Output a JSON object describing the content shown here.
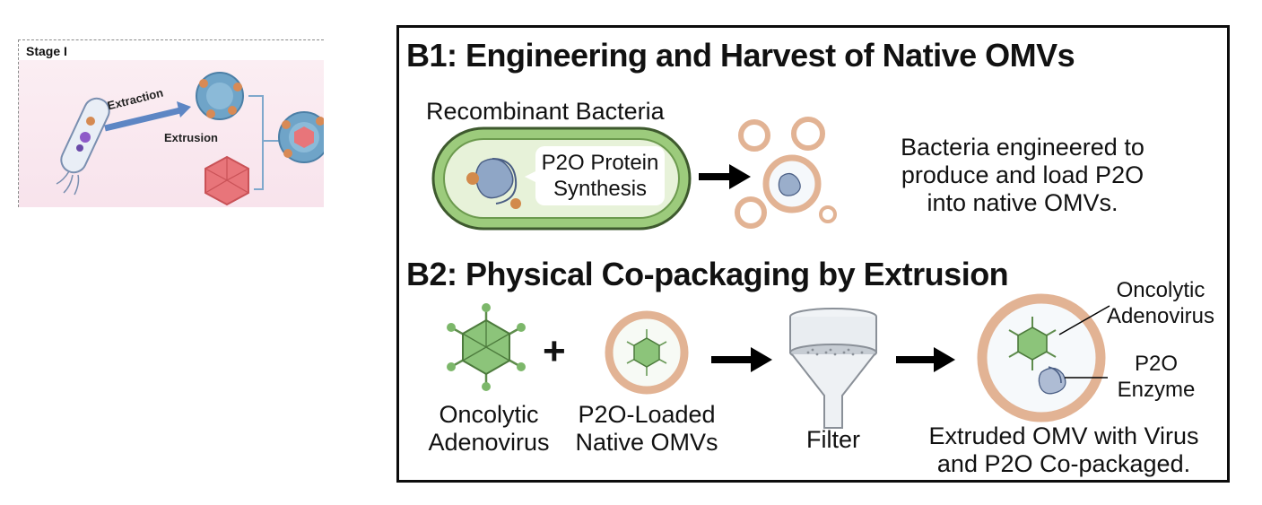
{
  "stage1": {
    "title": "Stage I",
    "extraction_label": "Extraction",
    "extrusion_label": "Extrusion"
  },
  "b1": {
    "heading": "B1: Engineering and Harvest of Native OMVs",
    "bacteria_label": "Recombinant Bacteria",
    "synthesis_line1": "P2O Protein",
    "synthesis_line2": "Synthesis",
    "description_line1": "Bacteria engineered to",
    "description_line2": "produce and load P2O",
    "description_line3": "into native OMVs."
  },
  "b2": {
    "heading": "B2: Physical Co-packaging by Extrusion",
    "plus": "+",
    "virus_line1": "Oncolytic",
    "virus_line2": "Adenovirus",
    "omv_line1": "P2O-Loaded",
    "omv_line2": "Native OMVs",
    "filter_label": "Filter",
    "callout_virus_line1": "Oncolytic",
    "callout_virus_line2": "Adenovirus",
    "callout_enzyme_line1": "P2O",
    "callout_enzyme_line2": "Enzyme",
    "result_line1": "Extruded OMV with Virus",
    "result_line2": "and P2O Co-packaged."
  },
  "colors": {
    "virus_green": "#7cb76a",
    "membrane_peach": "#e8b898",
    "bacteria_green": "#8fc26e",
    "vesicle_blue": "#6fa4c8",
    "stage_pink": "#f8e3ec"
  }
}
